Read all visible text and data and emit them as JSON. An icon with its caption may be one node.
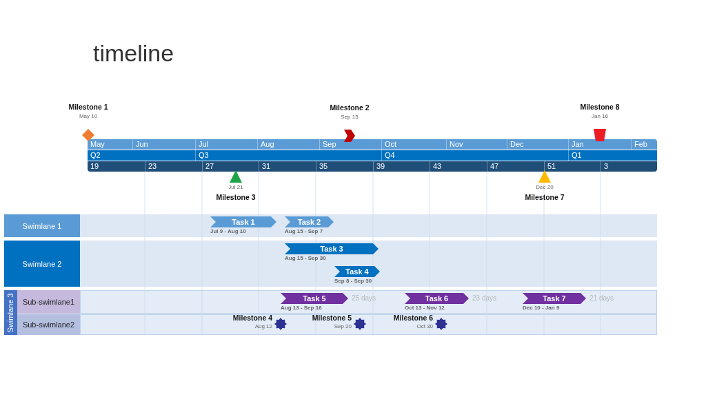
{
  "diagram": {
    "title": "timeline",
    "nodes": [
      {
        "text": [
          "Milestone 1"
        ],
        "beside": [
          "May 10"
        ]
      },
      {
        "text": [
          "Milestone 2"
        ],
        "beside": [
          "Sep 15"
        ]
      },
      {
        "text": [
          "Milestone 8"
        ],
        "beside": [
          "Jan 16"
        ]
      },
      {
        "text": [
          "Milestone 3"
        ],
        "beside": [
          "Jul 21"
        ]
      },
      {
        "text": [
          "Milestone 7"
        ],
        "beside": [
          "Dec 20"
        ]
      },
      {
        "text": [
          "Swimlane 1"
        ]
      },
      {
        "text": [
          "Task 1"
        ],
        "beside": [
          "Jul 9 - Aug 10"
        ],
        "in": 5
      },
      {
        "text": [
          "Task 2"
        ],
        "beside": [
          "Aug 15 - Sep 7"
        ],
        "in": 5
      },
      {
        "text": [
          "Swimlane 2"
        ]
      },
      {
        "text": [
          "Task 3"
        ],
        "beside": [
          "Aug 15 - Sep 30"
        ],
        "in": 8
      },
      {
        "text": [
          "Task 4"
        ],
        "beside": [
          "Sep 8 - Sep 30"
        ],
        "in": 8
      },
      {
        "text": [
          "Swimlane 3"
        ]
      },
      {
        "text": [
          "Sub-swimlane1"
        ],
        "in": 11
      },
      {
        "text": [
          "Task 5"
        ],
        "beside": [
          "Aug 13 - Sep 16",
          "25 days"
        ],
        "in": 12
      },
      {
        "text": [
          "Task 6"
        ],
        "beside": [
          "Oct 13 - Nov 12",
          "23 days"
        ],
        "in": 12
      },
      {
        "text": [
          "Task 7"
        ],
        "beside": [
          "Dec 10 - Jan 9",
          "21 days"
        ],
        "in": 12
      },
      {
        "text": [
          "Sub-swimlane2"
        ],
        "in": 11
      },
      {
        "text": [
          "Milestone 4"
        ],
        "beside": [
          "Aug 12"
        ],
        "in": 16
      },
      {
        "text": [
          "Milestone 5"
        ],
        "beside": [
          "Sep 20"
        ],
        "in": 16
      },
      {
        "text": [
          "Milestone 6"
        ],
        "beside": [
          "Oct 30"
        ],
        "in": 16
      }
    ],
    "labels": [
      "May",
      "Jun",
      "Jul",
      "Aug",
      "Sep",
      "Oct",
      "Nov",
      "Dec",
      "Jan",
      "Feb",
      "Q2",
      "Q3",
      "Q4",
      "Q1",
      "19",
      "23",
      "27",
      "31",
      "35",
      "39",
      "43",
      "47",
      "51",
      "3"
    ]
  }
}
